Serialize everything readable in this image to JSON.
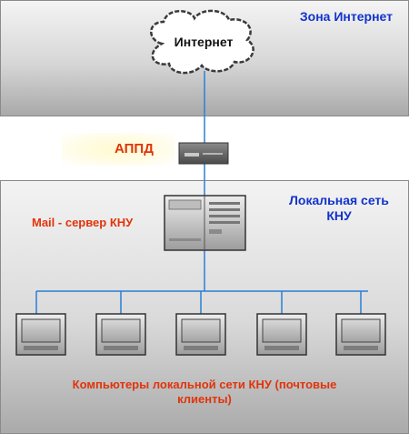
{
  "zones": {
    "internet": {
      "title": "Зона Интернет"
    },
    "local": {
      "title": "Локальная сеть КНУ"
    }
  },
  "cloud": {
    "label": "Интернет"
  },
  "firewall": {
    "label": "АППД"
  },
  "server": {
    "label": "Mail - сервер КНУ"
  },
  "clients": {
    "label": "Компьютеры локальной сети КНУ (почтовые клиенты)",
    "count": 5
  },
  "colors": {
    "zone_title": "#1133cc",
    "device_label": "#e0340b",
    "link": "#2a7fd4"
  },
  "icons": {
    "cloud": "cloud-icon",
    "firewall": "firewall-device-icon",
    "server": "server-icon",
    "client": "monitor-icon"
  }
}
